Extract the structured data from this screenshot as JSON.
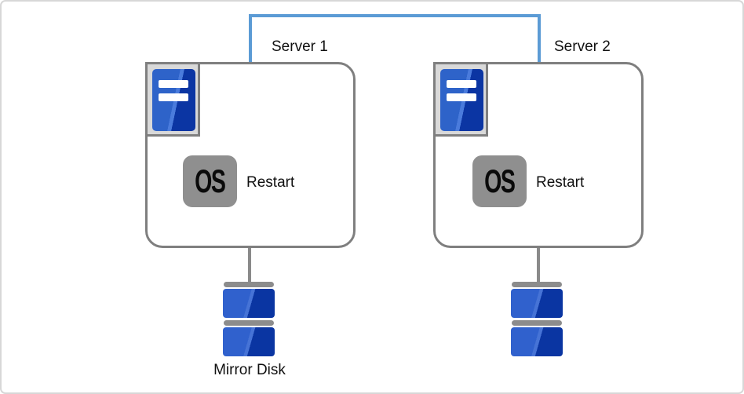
{
  "diagram": {
    "servers": [
      {
        "label": "Server 1",
        "os_badge": "OS",
        "action": "Restart"
      },
      {
        "label": "Server 2",
        "os_badge": "OS",
        "action": "Restart"
      }
    ],
    "mirror_disk_label": "Mirror Disk",
    "icons": {
      "server": "server-tower-icon",
      "os": "os-badge-icon",
      "disk": "mirror-disk-icon"
    },
    "colors": {
      "interconnect_blue": "#5b9bd5",
      "outline_gray": "#7f7f7f",
      "connector_gray": "#8a8a8a",
      "badge_gray": "#8f8f8f",
      "icon_frame_gray": "#d9d9d9",
      "blue_light": "#3061cd",
      "blue_dark": "#0a35a2"
    }
  }
}
